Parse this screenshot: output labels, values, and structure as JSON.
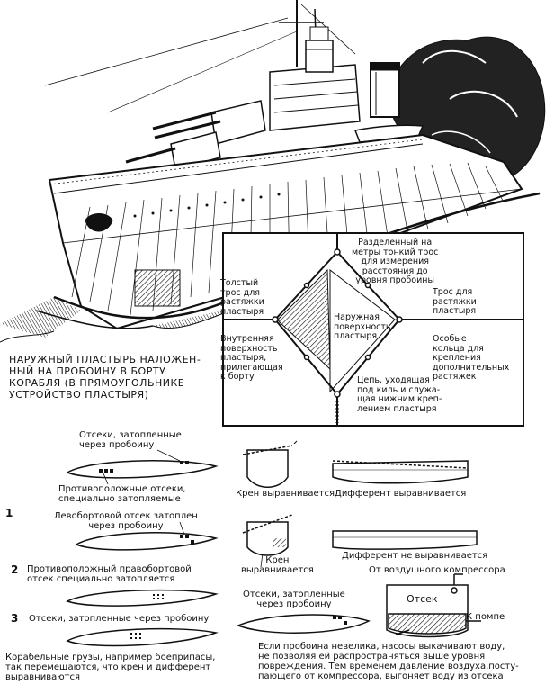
{
  "ship_caption": "НАРУЖНЫЙ ПЛАСТЫРЬ НАЛОЖЕН-\nНЫЙ НА ПРОБОИНУ В БОРТУ\nКОРАБЛЯ (В ПРЯМОУГОЛЬНИКЕ\nУСТРОЙСТВО ПЛАСТЫРЯ)",
  "inset": {
    "top_rope": "Разделенный на\nметры тонкий трос\nдля измерения\nрасстояния до\nуровня пробоины",
    "thick_rope": "Толстый\nтрос для\nрастяжки\nпластыря",
    "right_rope": "Трос для\nрастяжки\nпластыря",
    "outer_surface": "Наружная\nповерхность\nпластыря",
    "rings": "Особые\nкольца для\nкрепления\nдополнительных\nрастяжек",
    "inner_surface": "Внутренняя\nповерхность\nпластыря,\nприлегающая\nк борту",
    "chain": "Цепь, уходящая\nпод киль и служа-\nщая нижним креп-\nлением пластыря"
  },
  "row1": {
    "flooded_label": "Отсеки, затопленные\nчерез пробоину",
    "counter_label": "Противоположные отсеки,\nспециально затопляемые",
    "heel_text": "Крен выравнивается",
    "trim_text": "Дифферент выравнивается"
  },
  "row2": {
    "number": "1",
    "flooded_label": "Левобортовой отсек затоплен\nчерез пробоину",
    "heel_text": "Крен\nвыравнивается",
    "trim_text": "Дифферент не выравнивается"
  },
  "row3": {
    "number": "2",
    "counter_label": "Противоположный правобортовой\nотсек специально затопляется"
  },
  "row4": {
    "number": "3",
    "flooded_label": "Отсеки, затопленные через пробоину",
    "flooded_label2": "Отсеки, затопленные\nчерез пробоину",
    "cargo_text": "Корабельные грузы, например боеприпасы,\nтак перемещаются, что крен и дифферент\nвыравниваются"
  },
  "compressor": {
    "from_compressor": "От воздушного компрессора",
    "compartment": "Отсек",
    "to_pump": "К помпе",
    "note": "Если пробоина невелика, насосы выкачивают воду,\nне позволяя ей распространяться выше уровня\nповреждения. Тем временем давление воздуха,посту-\nпающего от компрессора, выгоняет воду из отсека"
  }
}
